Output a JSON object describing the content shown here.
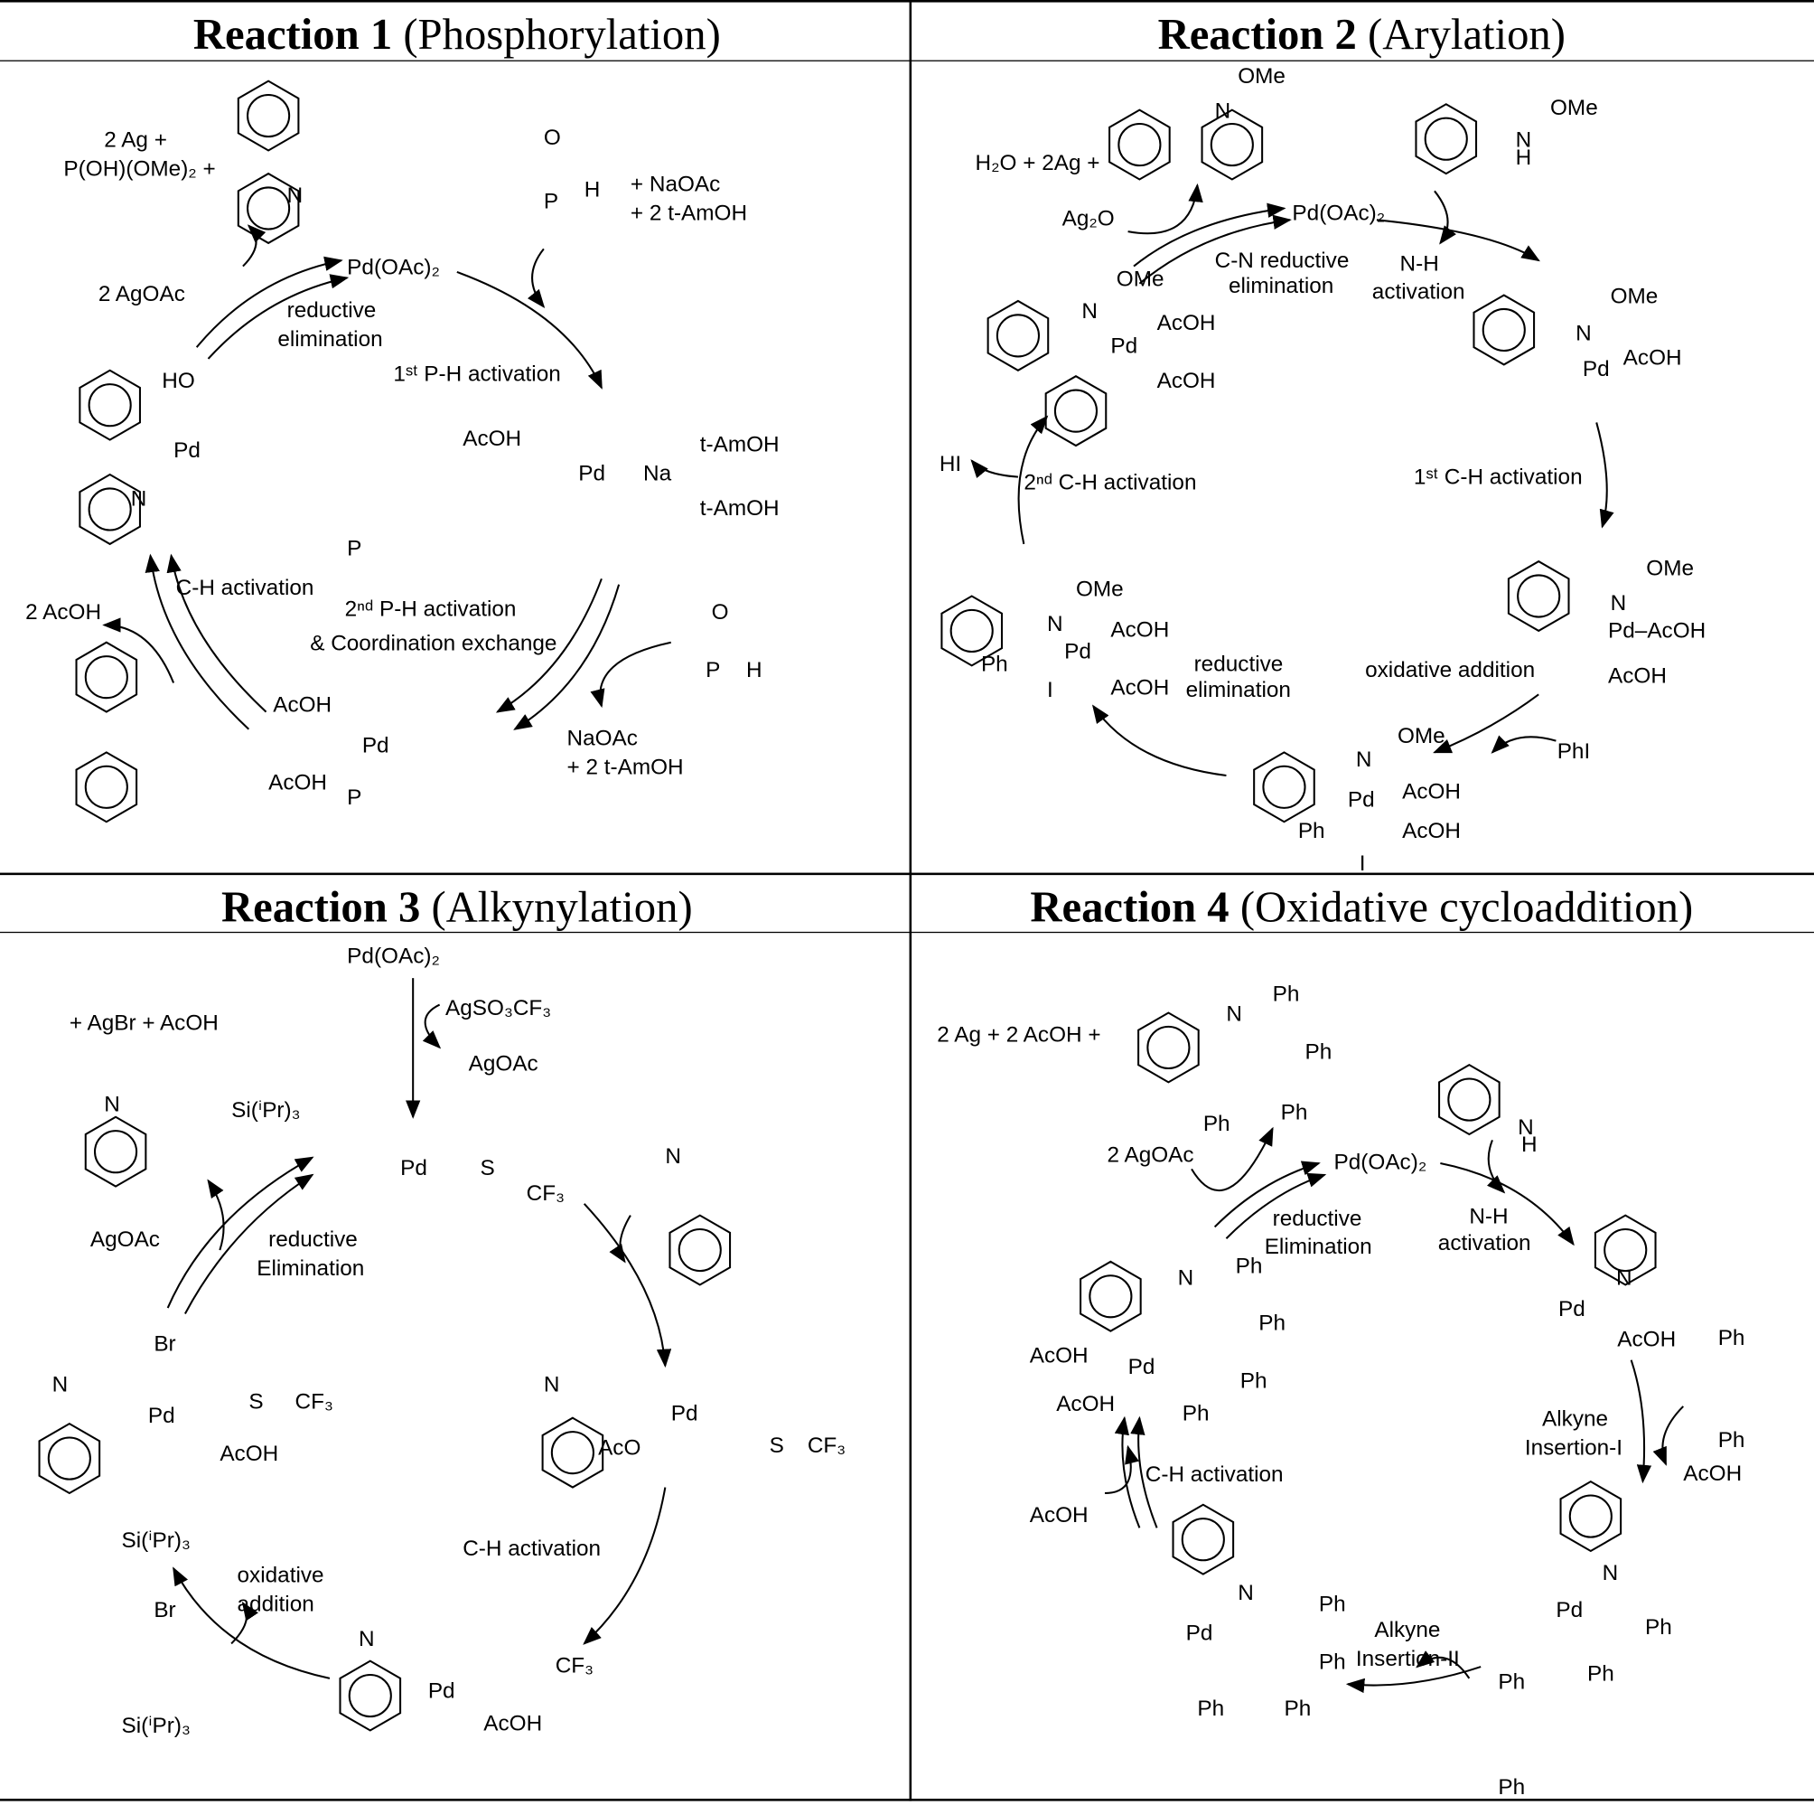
{
  "panels": [
    {
      "title_bold": "Reaction 1",
      "title_rest": " (Phosphorylation)",
      "labels": [
        "2 Ag +",
        "P(OH)(OMe)₂ +",
        "+ NaOAc",
        "+ 2 t-AmOH",
        "Pd(OAc)₂",
        "2 AgOAc",
        "reductive",
        "elimination",
        "1ˢᵗ P-H activation",
        "AcOH",
        "Pd",
        "Na",
        "t-AmOH",
        "t-AmOH",
        "HO",
        "Pd",
        "N",
        "C-H activation",
        "2 AcOH",
        "2ⁿᵈ P-H activation",
        "& Coordination exchange",
        "AcOH",
        "Pd",
        "AcOH",
        "NaOAc",
        "+ 2 t-AmOH",
        "H",
        "P",
        "O",
        "N",
        "H",
        "P",
        "O",
        "P",
        "P"
      ]
    },
    {
      "title_bold": "Reaction 2",
      "title_rest": " (Arylation)",
      "labels": [
        "OMe",
        "N",
        "H₂O + 2Ag +",
        "OMe",
        "N",
        "H",
        "Ag₂O",
        "Pd(OAc)₂",
        "C-N reductive",
        "elimination",
        "N-H",
        "activation",
        "OMe",
        "N",
        "Pd",
        "AcOH",
        "AcOH",
        "OMe",
        "N",
        "Pd",
        "AcOH",
        "HI",
        "2ⁿᵈ C-H activation",
        "1ˢᵗ C-H activation",
        "OMe",
        "N",
        "AcOH",
        "Pd",
        "Ph",
        "I",
        "AcOH",
        "reductive",
        "elimination",
        "OMe",
        "N",
        "Pd–AcOH",
        "AcOH",
        "oxidative addition",
        "OMe",
        "N",
        "Pd",
        "AcOH",
        "AcOH",
        "Ph",
        "I",
        "PhI"
      ]
    },
    {
      "title_bold": "Reaction 3",
      "title_rest": " (Alkynylation)",
      "labels": [
        "Pd(OAc)₂",
        "AgSO₃CF₃",
        "AgOAc",
        "+ AgBr + AcOH",
        "Si(ⁱPr)₃",
        "N",
        "Pd",
        "S",
        "CF₃",
        "AgOAc",
        "reductive",
        "Elimination",
        "Br",
        "N",
        "Pd",
        "CF₃",
        "AcOH",
        "Si(ⁱPr)₃",
        "N",
        "Pd",
        "AcO",
        "CF₃",
        "C-H activation",
        "oxidative",
        "addition",
        "Br",
        "Si(ⁱPr)₃",
        "N",
        "Pd",
        "AcOH",
        "CF₃",
        "N",
        "S",
        "S"
      ]
    },
    {
      "title_bold": "Reaction 4",
      "title_rest": " (Oxidative cycloaddition)",
      "labels": [
        "2 Ag + 2 AcOH +",
        "Ph",
        "Ph",
        "Ph",
        "Ph",
        "N",
        "2 AgOAc",
        "Pd(OAc)₂",
        "reductive",
        "Elimination",
        "N-H",
        "activation",
        "N",
        "H",
        "N",
        "Ph",
        "Ph",
        "Ph",
        "Ph",
        "AcOH",
        "Pd",
        "AcOH",
        "Pd",
        "N",
        "AcOH",
        "Ph",
        "Ph",
        "Alkyne",
        "Insertion-I",
        "AcOH",
        "C-H activation",
        "AcOH",
        "N",
        "Pd",
        "Ph",
        "Ph",
        "Alkyne",
        "Insertion-II",
        "N",
        "Pd",
        "Ph",
        "Ph",
        "Ph",
        "Ph",
        "Ph",
        "Ph"
      ]
    }
  ]
}
